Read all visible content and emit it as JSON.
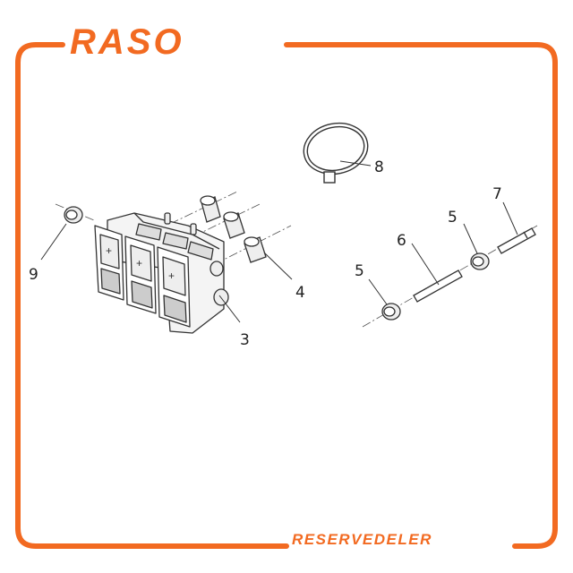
{
  "brand": {
    "logo_text": "RASO",
    "footer_text": "RESERVEDELER",
    "accent_color": "#f26a21"
  },
  "diagram": {
    "callouts": [
      {
        "id": "9",
        "label": "9"
      },
      {
        "id": "3",
        "label": "3"
      },
      {
        "id": "4",
        "label": "4"
      },
      {
        "id": "8",
        "label": "8"
      },
      {
        "id": "7",
        "label": "7"
      },
      {
        "id": "6",
        "label": "6"
      },
      {
        "id": "5a",
        "label": "5"
      },
      {
        "id": "5b",
        "label": "5"
      }
    ],
    "parts": [
      {
        "name": "switch-block-assembly"
      },
      {
        "name": "bushing-1"
      },
      {
        "name": "bushing-2"
      },
      {
        "name": "bushing-3"
      },
      {
        "name": "retaining-ring"
      },
      {
        "name": "pin-long"
      },
      {
        "name": "pin-short"
      },
      {
        "name": "nut-left"
      },
      {
        "name": "nut-right"
      },
      {
        "name": "nut-9"
      }
    ]
  }
}
